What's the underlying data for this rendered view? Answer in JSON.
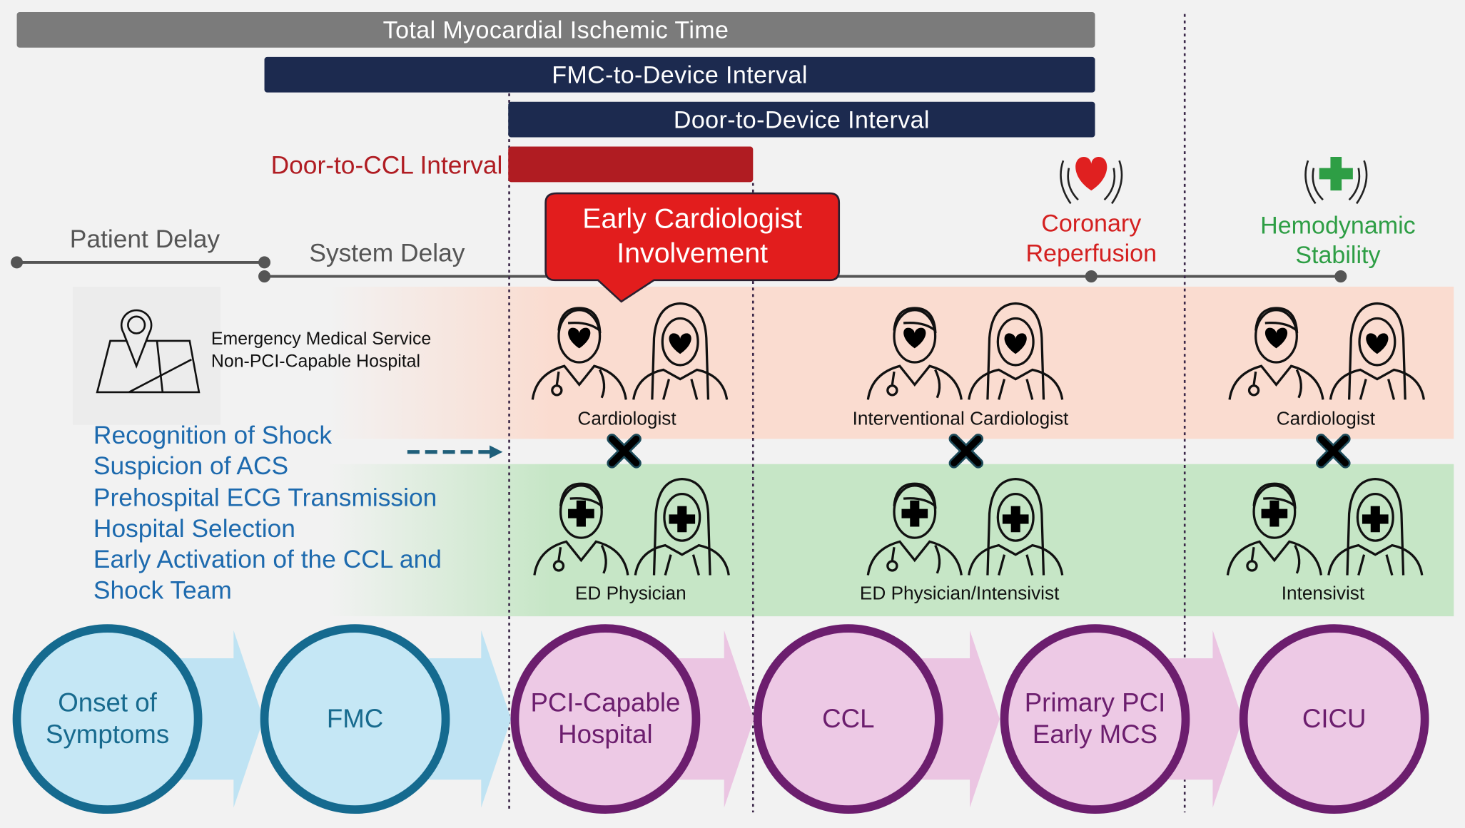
{
  "intervals": {
    "total": "Total Myocardial Ischemic Time",
    "fmc_to_device": "FMC-to-Device Interval",
    "door_to_device": "Door-to-Device Interval",
    "door_to_ccl": "Door-to-CCL Interval"
  },
  "delays": {
    "patient": "Patient Delay",
    "system": "System Delay"
  },
  "callout": {
    "line1": "Early Cardiologist",
    "line2": "Involvement"
  },
  "goals": {
    "reperfusion": {
      "line1": "Coronary",
      "line2": "Reperfusion"
    },
    "stability": {
      "line1": "Hemodynamic",
      "line2": "Stability"
    }
  },
  "prehospital": {
    "line1": "Emergency Medical Service",
    "line2": "Non-PCI-Capable Hospital",
    "actions": [
      "Recognition of Shock",
      "Suspicion of ACS",
      "Prehospital ECG Transmission",
      "Hospital Selection",
      "Early Activation of the CCL and",
      "Shock Team"
    ]
  },
  "roles": {
    "top": [
      "Cardiologist",
      "Interventional Cardiologist",
      "Cardiologist"
    ],
    "bottom": [
      "ED Physician",
      "ED Physician/Intensivist",
      "Intensivist"
    ]
  },
  "stages": [
    {
      "line1": "Onset of",
      "line2": "Symptoms"
    },
    {
      "line1": "FMC",
      "line2": ""
    },
    {
      "line1": "PCI-Capable",
      "line2": "Hospital"
    },
    {
      "line1": "CCL",
      "line2": ""
    },
    {
      "line1": "Primary PCI",
      "line2": "Early MCS"
    },
    {
      "line1": "CICU",
      "line2": ""
    }
  ],
  "colors": {
    "gray_bar": "#7b7b7b",
    "navy": "#1c2a4f",
    "dark_red": "#b01c22",
    "callout_red": "#e21d1d",
    "reperfusion_red": "#d42020",
    "stability_green": "#2e9e45",
    "action_blue": "#1d6aae",
    "prehospital_blue": "#176a8e",
    "hospital_purple": "#6c1e6e"
  }
}
